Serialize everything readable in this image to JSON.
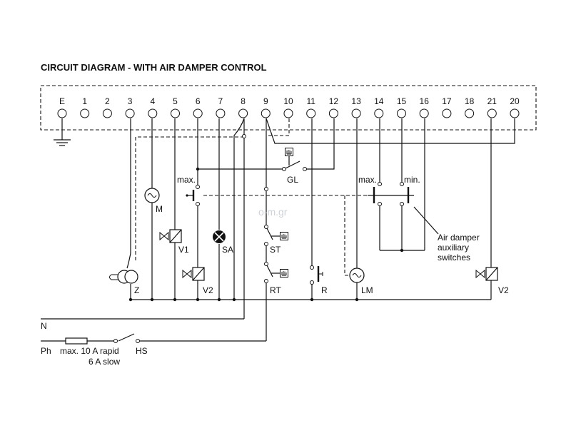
{
  "title": "CIRCUIT DIAGRAM - WITH AIR DAMPER CONTROL",
  "terminals": [
    "E",
    "1",
    "2",
    "3",
    "4",
    "5",
    "6",
    "7",
    "8",
    "9",
    "10",
    "11",
    "12",
    "13",
    "14",
    "15",
    "16",
    "17",
    "18",
    "21",
    "20"
  ],
  "components": {
    "M": "M",
    "V1": "V1",
    "SA": "SA",
    "ST": "ST",
    "RT": "RT",
    "R": "R",
    "LM": "LM",
    "V2_left": "V2",
    "V2_right": "V2",
    "Z": "Z",
    "GL": "GL",
    "max_left": "max.",
    "max_right": "max.",
    "min": "min."
  },
  "supply": {
    "neutral": "N",
    "phase": "Ph",
    "fuse_line1": "max. 10 A rapid",
    "fuse_line2": "6 A slow",
    "main_switch": "HS"
  },
  "annotation": [
    "Air damper",
    "auxiliary",
    "switches"
  ],
  "watermark": "o-m.gr"
}
